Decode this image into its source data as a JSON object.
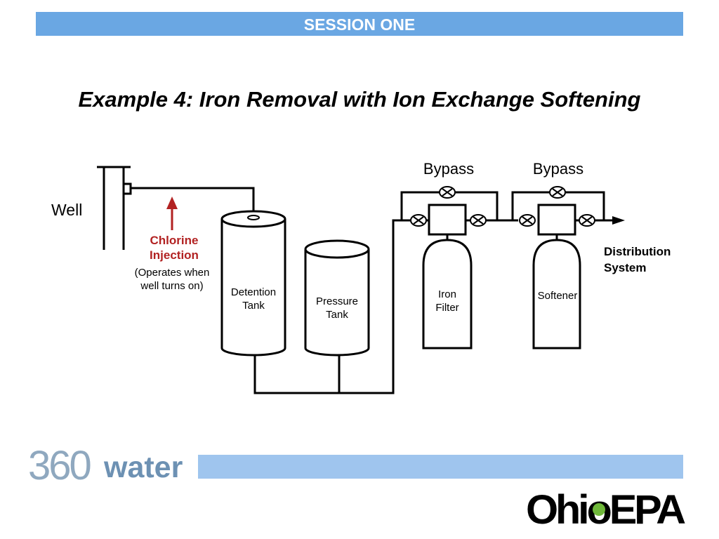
{
  "header": {
    "session_label": "SESSION ONE"
  },
  "title": "Example 4:  Iron Removal with Ion Exchange Softening",
  "diagram": {
    "well_label": "Well",
    "chlorine_line1": "Chlorine",
    "chlorine_line2": "Injection",
    "operates_line1": "(Operates when",
    "operates_line2": "well turns on)",
    "detention_line1": "Detention",
    "detention_line2": "Tank",
    "pressure_line1": "Pressure",
    "pressure_line2": "Tank",
    "iron_line1": "Iron",
    "iron_line2": "Filter",
    "softener_label": "Softener",
    "bypass_1": "Bypass",
    "bypass_2": "Bypass",
    "distribution_line1": "Distribution",
    "distribution_line2": "System",
    "colors": {
      "chlorine": "#b22222",
      "line": "#000000"
    }
  },
  "footer": {
    "brand_number": "360",
    "brand_word": "water",
    "agency_logo": "OhioEPA",
    "colors": {
      "bar": "#9fc5ee",
      "session_bar": "#6aa7e3"
    }
  }
}
